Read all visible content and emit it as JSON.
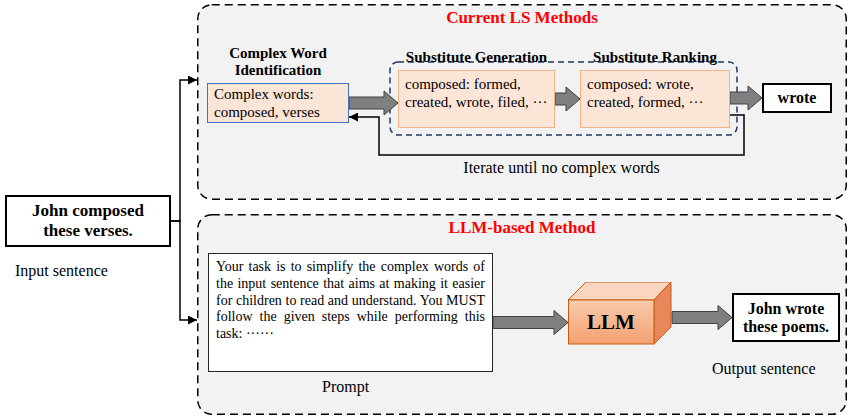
{
  "diagram": {
    "nodes": [
      {
        "text": [
          "John composed these verses."
        ]
      },
      {
        "text": [
          "Current LS Methods"
        ]
      },
      {
        "text": [
          "Complex Word Identification",
          "Complex words: composed, verses"
        ],
        "in": 1
      },
      {
        "text": [
          "Substitute Generation",
          "composed: formed, created, wrote, filed, ···"
        ],
        "in": 1
      },
      {
        "text": [
          "Substitute Ranking",
          "composed: wrote, created, formed, ···"
        ],
        "in": 1
      },
      {
        "text": [
          "wrote"
        ],
        "in": 1
      },
      {
        "text": [
          "LLM-based Method"
        ]
      },
      {
        "text": [
          "Your task is to simplify the complex words of the input sentence that aims at making it easier for children to read and understand. You MUST follow the given steps while performing this task: ······"
        ],
        "in": 6
      },
      {
        "text": [
          "LLM"
        ],
        "in": 6
      },
      {
        "text": [
          "John wrote these poems."
        ],
        "in": 6
      }
    ],
    "edges": [
      {
        "from": 0,
        "to": 1,
        "arrow": "to"
      },
      {
        "from": 0,
        "to": 6,
        "arrow": "to"
      },
      {
        "from": 2,
        "to": 3,
        "arrow": "to"
      },
      {
        "from": 3,
        "to": 4,
        "arrow": "to"
      },
      {
        "from": 4,
        "to": 5,
        "arrow": "to"
      },
      {
        "from": 4,
        "to": 2,
        "label": "Iterate until no complex words",
        "arrow": "to"
      },
      {
        "from": 7,
        "to": 8,
        "arrow": "to"
      },
      {
        "from": 8,
        "to": 9,
        "arrow": "to"
      }
    ],
    "labels": [
      "Input sentence",
      "Prompt",
      "Output sentence"
    ]
  }
}
